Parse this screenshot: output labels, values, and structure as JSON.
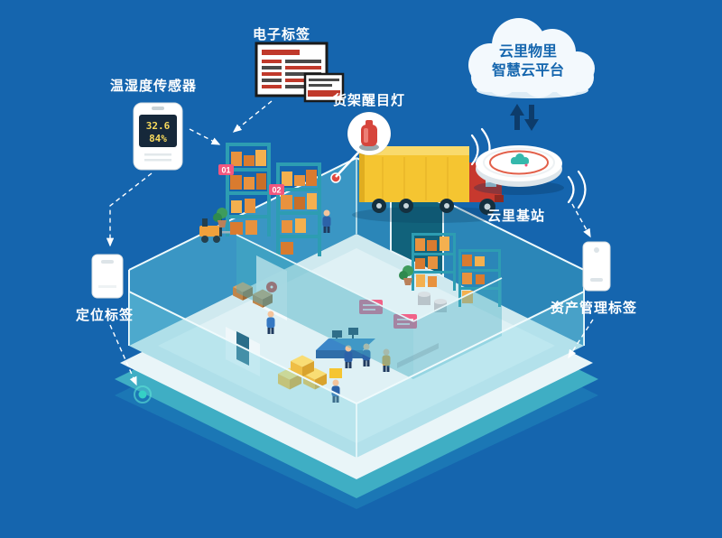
{
  "canvas": {
    "background": "#1565AE"
  },
  "labels": {
    "electronic_tag": "电子标签",
    "temp_humidity_sensor": "温湿度传感器",
    "shelf_light": "货架醒目灯",
    "base_station": "云里基站",
    "positioning_tag": "定位标签",
    "asset_tag": "资产管理标签"
  },
  "cloud": {
    "line1": "云里物里",
    "line2": "智慧云平台"
  },
  "devices": {
    "sensor": {
      "temperature": "32.6",
      "humidity": "84%"
    },
    "rack_badges": {
      "b1": "01",
      "b2": "02"
    }
  },
  "colors": {
    "background": "#1565AE",
    "cloud_text": "#1566AE",
    "beacon_red": "#D6453C",
    "truck_yellow": "#F5C531",
    "truck_cab_red": "#C7392E",
    "wall_teal": "#4CB4C8",
    "accent_pink": "#F2567E",
    "shelf_box_orange": "#E8923E"
  }
}
